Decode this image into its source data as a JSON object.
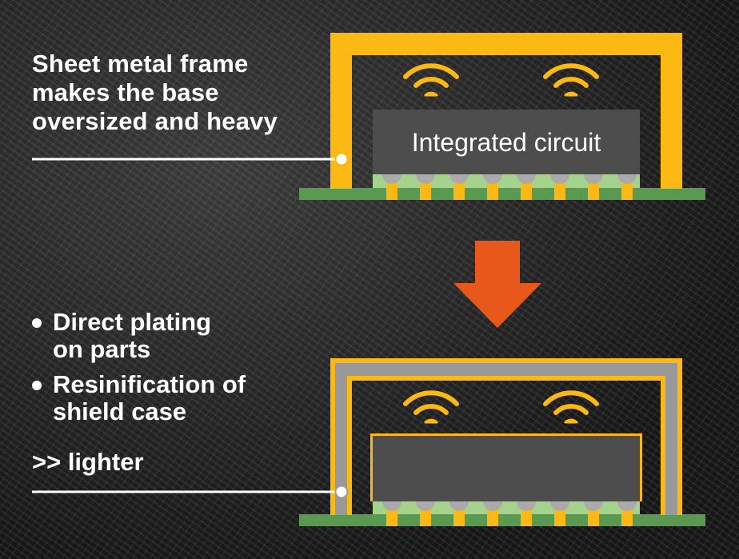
{
  "top_label": {
    "lines": [
      "Sheet metal frame",
      "makes the base",
      "oversized and heavy"
    ]
  },
  "bullets": [
    {
      "lines": [
        "Direct plating",
        "on parts"
      ]
    },
    {
      "lines": [
        "Resinification of",
        "shield case"
      ]
    }
  ],
  "result_label": ">> lighter",
  "chip_label": "Integrated circuit",
  "colors": {
    "frame_yellow": "#fdb913",
    "shield_gray": "#999999",
    "chip_dark": "#4d4d4d",
    "substrate_green": "#5a9a50",
    "pad_light_green": "#a5d28c",
    "arrow_orange": "#e8581a"
  }
}
